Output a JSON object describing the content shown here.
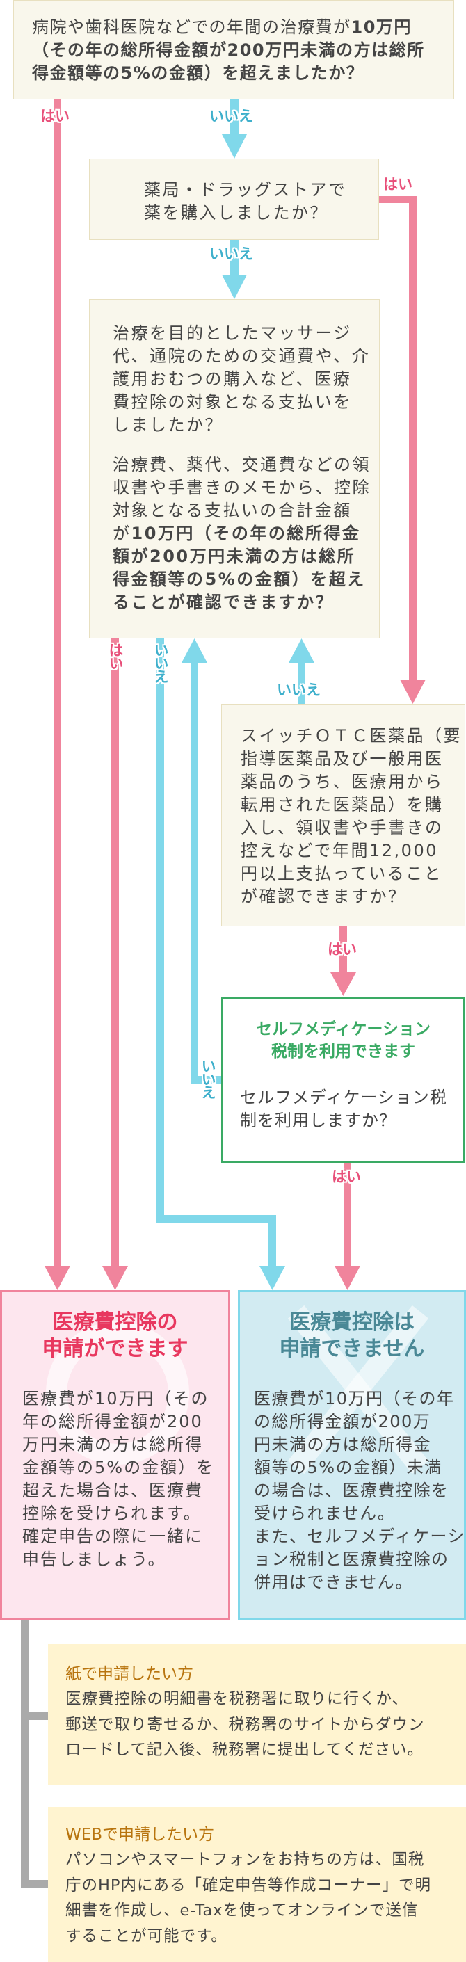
{
  "colors": {
    "yes": "#f0849c",
    "no": "#80d8ea",
    "box_bg": "#f9f7ec",
    "green": "#3aaa64",
    "gray": "#aaaaaa"
  },
  "labels": {
    "yes": "はい",
    "no": "いいえ"
  },
  "q1": {
    "normal": "病院や歯科医院などでの年間の治療費が",
    "bold": "10万円\n（その年の総所得金額が200万円未満の方は総所\n得金額等の5%の金額）を超えましたか？"
  },
  "q2": {
    "text": "薬局・ドラッグストアで\n薬を購入しましたか？"
  },
  "q3": {
    "p1": "治療を目的としたマッサージ\n代、通院のための交通費や、介\n護用おむつの購入など、医療\n費控除の対象となる支払いを\nしましたか？",
    "p2_normal": "治療費、薬代、交通費などの領\n収書や手書きのメモから、控除\n対象となる支払いの合計金額\nが",
    "p2_bold": "10万円（その年の総所得金\n額が200万円未満の方は総所\n得金額等の5%の金額）を超え\nることが確認できますか？"
  },
  "q4": {
    "text": "スイッチＯＴＣ医薬品（要\n指導医薬品及び一般用医\n薬品のうち、医療用から\n転用された医薬品）を購\n入し、領収書や手書きの\n控えなどで年間12,000\n円以上支払っていること\nが確認できますか？"
  },
  "selfmed": {
    "title": "セルフメディケーション\n税制を利用できます",
    "question": "セルフメディケーション税\n制を利用しますか？"
  },
  "result_yes": {
    "title": "医療費控除の\n申請ができます",
    "body": "医療費が10万円（その\n年の総所得金額が200\n万円未満の方は総所得\n金額等の5%の金額）を\n超えた場合は、医療費\n控除を受けられます。\n確定申告の際に一緒に\n申告しましょう。"
  },
  "result_no": {
    "title": "医療費控除は\n申請できません",
    "body": "医療費が10万円（その年\nの総所得金額が200万\n円未満の方は総所得金\n額等の5%の金額）未満\nの場合は、医療費控除を\n受けられません。\nまた、セルフメディケーシ\nョン税制と医療費控除の\n併用はできません。"
  },
  "info": [
    {
      "title": "紙で申請したい方",
      "body": "医療費控除の明細書を税務署に取りに行くか、\n郵送で取り寄せるか、税務署のサイトからダウン\nロードして記入後、税務署に提出してください。"
    },
    {
      "title": "WEBで申請したい方",
      "body": "パソコンやスマートフォンをお持ちの方は、国税\n庁のHP内にある「確定申告等作成コーナー」で明\n細書を作成し、e-Taxを使ってオンラインで送信\nすることが可能です。"
    }
  ]
}
